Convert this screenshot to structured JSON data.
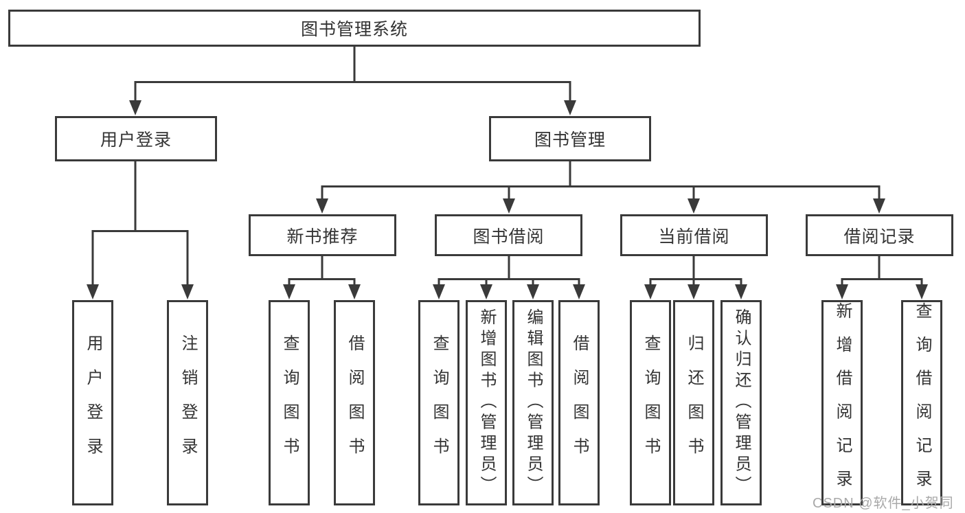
{
  "tree": {
    "root": {
      "label": "图书管理系统"
    },
    "branches": [
      {
        "label": "用户登录",
        "children": [
          {
            "label": "用户登录"
          },
          {
            "label": "注销登录"
          }
        ]
      },
      {
        "label": "图书管理",
        "children": [
          {
            "label": "新书推荐",
            "children": [
              {
                "label": "查询图书"
              },
              {
                "label": "借阅图书"
              }
            ]
          },
          {
            "label": "图书借阅",
            "children": [
              {
                "label": "查询图书"
              },
              {
                "label": "新增图书（管理员）"
              },
              {
                "label": "编辑图书（管理员）"
              },
              {
                "label": "借阅图书"
              }
            ]
          },
          {
            "label": "当前借阅",
            "children": [
              {
                "label": "查询图书"
              },
              {
                "label": "归还图书"
              },
              {
                "label": "确认归还（管理员）"
              }
            ]
          },
          {
            "label": "借阅记录",
            "children": [
              {
                "label": "新增借阅记录"
              },
              {
                "label": "查询借阅记录"
              }
            ]
          }
        ]
      }
    ]
  },
  "watermark": {
    "text": "CSDN @软件_小贺同学"
  },
  "colors": {
    "line": "#3a3a3a",
    "text": "#333333",
    "box_background": "#ffffff",
    "page_background": "#ffffff",
    "watermark": "#a9a9a9"
  }
}
